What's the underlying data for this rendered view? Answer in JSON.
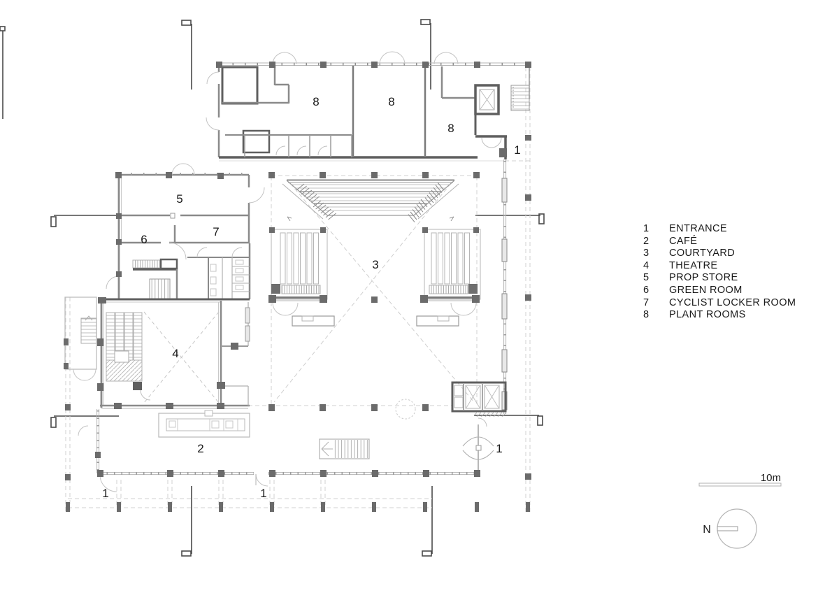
{
  "drawing": {
    "type": "architectural floor plan",
    "palette": {
      "background": "#ffffff",
      "wall_heavy": "#5f5f5f",
      "wall": "#8a8a8a",
      "detail_light": "#b5b5b5",
      "dashed_grid": "#cfcfcf",
      "column_fill": "#6b6b6b",
      "marker": "#4a4a4a",
      "text": "#1a1a1a"
    },
    "room_labels": [
      {
        "text": "8"
      },
      {
        "text": "8"
      },
      {
        "text": "8"
      },
      {
        "text": "1"
      },
      {
        "text": "5"
      },
      {
        "text": "6"
      },
      {
        "text": "7"
      },
      {
        "text": "3"
      },
      {
        "text": "4"
      },
      {
        "text": "2"
      },
      {
        "text": "1"
      },
      {
        "text": "1"
      },
      {
        "text": "1"
      }
    ],
    "legend": {
      "items": [
        {
          "num": "1",
          "label": "ENTRANCE"
        },
        {
          "num": "2",
          "label": "CAFÉ"
        },
        {
          "num": "3",
          "label": "COURTYARD"
        },
        {
          "num": "4",
          "label": "THEATRE"
        },
        {
          "num": "5",
          "label": "PROP STORE"
        },
        {
          "num": "6",
          "label": "GREEN ROOM"
        },
        {
          "num": "7",
          "label": "CYCLIST LOCKER ROOM"
        },
        {
          "num": "8",
          "label": "PLANT ROOMS"
        }
      ]
    },
    "scale_bar": {
      "label": "10m"
    },
    "north_arrow": {
      "label": "N"
    }
  }
}
